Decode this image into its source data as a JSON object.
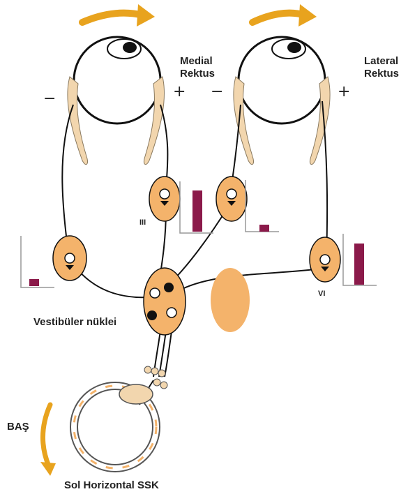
{
  "labels": {
    "medial_line1": "Medial",
    "medial_line2": "Rektus",
    "lateral_line1": "Lateral",
    "lateral_line2": "Rektus",
    "nucleus_iii": "III",
    "nucleus_vi": "VI",
    "vestibular": "Vestibüler nüklei",
    "head": "BAŞ",
    "canal": "Sol Horizontal SSK"
  },
  "signs": {
    "left_eye_minus": "−",
    "left_eye_plus": "+",
    "right_eye_minus": "−",
    "right_eye_plus": "+"
  },
  "activity_bars": [
    {
      "id": "bar-medial-antagonist",
      "level": 0.15
    },
    {
      "id": "bar-iii",
      "level": 0.9
    },
    {
      "id": "bar-iii-contralateral",
      "level": 0.15
    },
    {
      "id": "bar-vi",
      "level": 0.9
    }
  ],
  "colors": {
    "arrow": "#E8A31E",
    "nucleus_fill": "#F4B36B",
    "muscle_fill": "#F2D6AE",
    "bar": "#8B1A4A",
    "line": "#111111"
  },
  "icons": [
    "rotation-arrow-icon",
    "eye-icon",
    "neuron-icon",
    "canal-icon"
  ]
}
